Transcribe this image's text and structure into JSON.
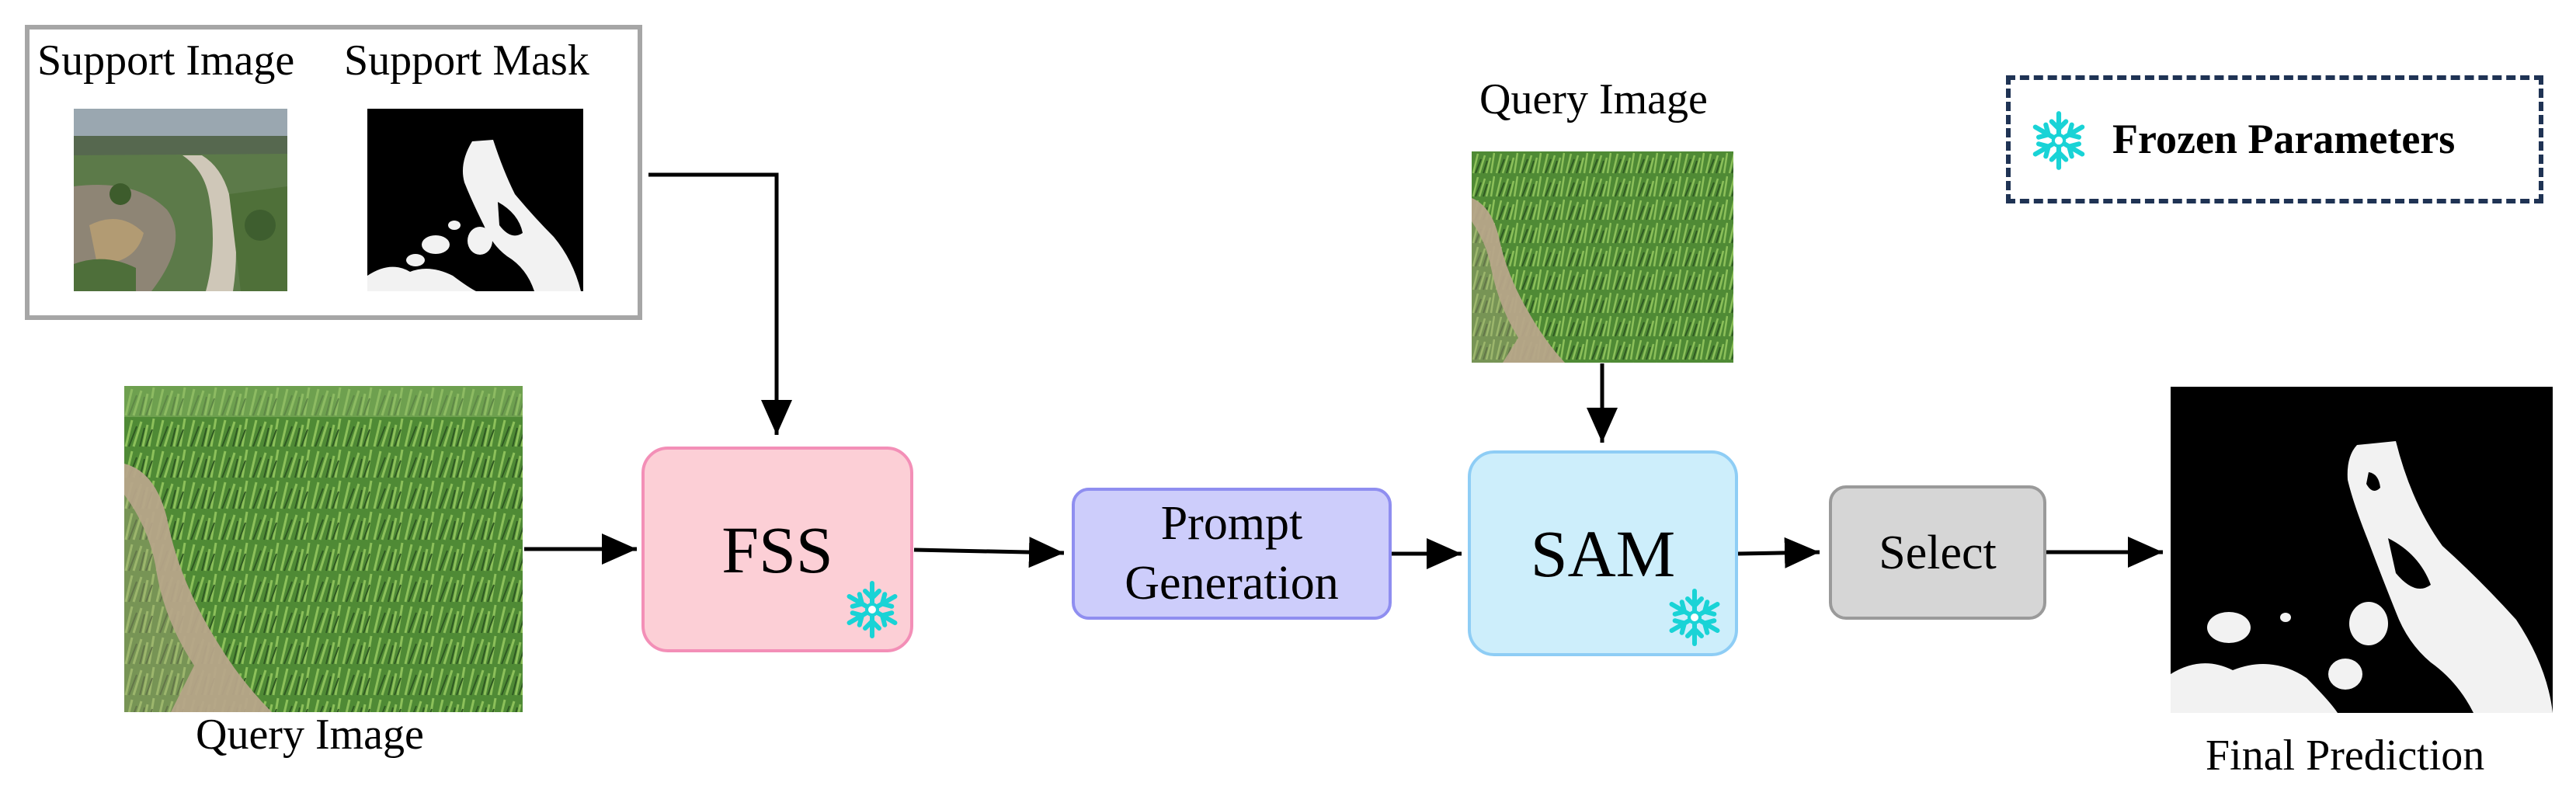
{
  "support": {
    "image_label": "Support Image",
    "mask_label": "Support Mask"
  },
  "query_left": {
    "label": "Query Image"
  },
  "query_top": {
    "label": "Query Image"
  },
  "fss": {
    "label": "FSS",
    "frozen": true
  },
  "prompt": {
    "line1": "Prompt",
    "line2": "Generation"
  },
  "sam": {
    "label": "SAM",
    "frozen": true
  },
  "select": {
    "label": "Select"
  },
  "final": {
    "label": "Final Prediction"
  },
  "legend": {
    "label": "Frozen Parameters",
    "icon": "snowflake-icon"
  },
  "colors": {
    "fss_fill": "#fccfd6",
    "fss_border": "#f38fb7",
    "prompt_fill": "#cdcdfb",
    "prompt_border": "#8f8ef0",
    "sam_fill": "#cdeefb",
    "sam_border": "#8ecdf5",
    "select_fill": "#d6d6d6",
    "select_border": "#9a9a9a",
    "snowflake": "#19d3d6",
    "legend_border": "#1f3354",
    "support_border": "#a6a6a6"
  }
}
